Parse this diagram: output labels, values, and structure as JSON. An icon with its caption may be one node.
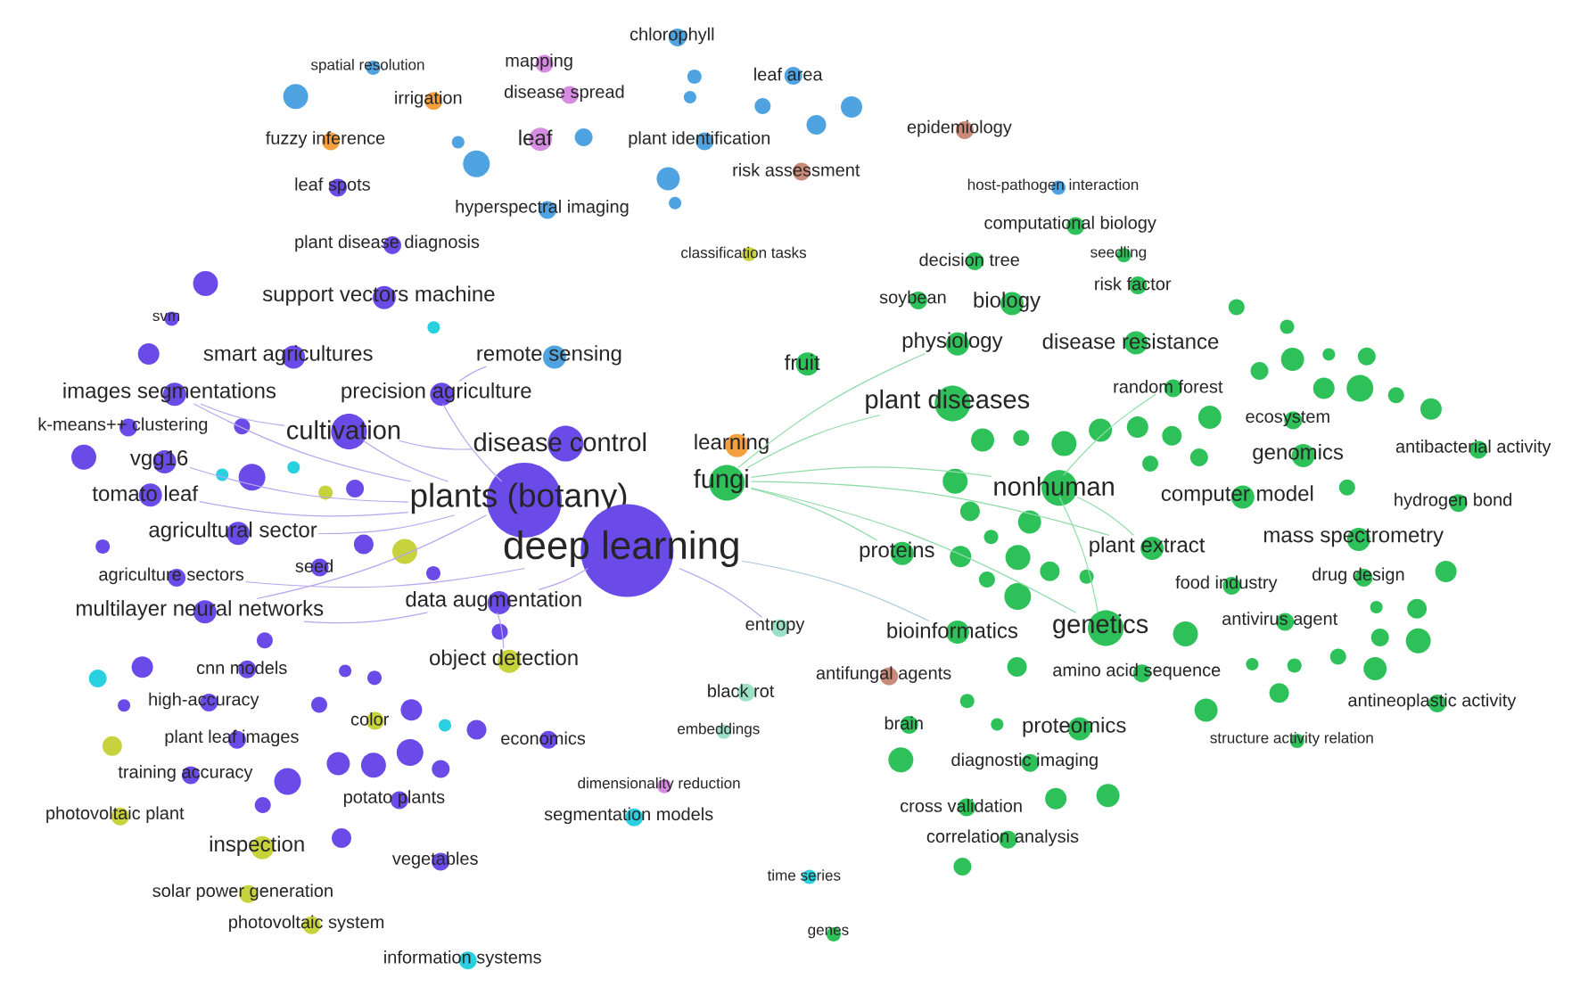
{
  "diagram": {
    "nodes": [
      {
        "text": [
          "chlorophyll"
        ]
      },
      {
        "text": [
          "spatial resolution"
        ]
      },
      {
        "text": [
          "mapping"
        ]
      },
      {
        "text": [
          "leaf area"
        ]
      },
      {
        "text": [
          "irrigation"
        ]
      },
      {
        "text": [
          "disease spread"
        ]
      },
      {
        "text": [
          "fuzzy inference"
        ]
      },
      {
        "text": [
          "leaf"
        ]
      },
      {
        "text": [
          "plant identification"
        ]
      },
      {
        "text": [
          "epidemiology"
        ]
      },
      {
        "text": [
          "risk assessment"
        ]
      },
      {
        "text": [
          "leaf spots"
        ]
      },
      {
        "text": [
          "hyperspectral imaging"
        ]
      },
      {
        "text": [
          "host-pathogen interaction"
        ]
      },
      {
        "text": [
          "plant disease diagnosis"
        ]
      },
      {
        "text": [
          "computational biology"
        ]
      },
      {
        "text": [
          "classification tasks"
        ]
      },
      {
        "text": [
          "decision tree"
        ]
      },
      {
        "text": [
          "seedling"
        ]
      },
      {
        "text": [
          "risk factor"
        ]
      },
      {
        "text": [
          "support vectors machine"
        ]
      },
      {
        "text": [
          "soybean"
        ]
      },
      {
        "text": [
          "biology"
        ]
      },
      {
        "text": [
          "svm"
        ]
      },
      {
        "text": [
          "physiology"
        ]
      },
      {
        "text": [
          "disease resistance"
        ]
      },
      {
        "text": [
          "smart agricultures"
        ]
      },
      {
        "text": [
          "remote sensing"
        ]
      },
      {
        "text": [
          "fruit"
        ]
      },
      {
        "text": [
          "images segmentations"
        ]
      },
      {
        "text": [
          "precision agriculture"
        ]
      },
      {
        "text": [
          "random forest"
        ]
      },
      {
        "text": [
          "plant diseases"
        ]
      },
      {
        "text": [
          "ecosystem"
        ]
      },
      {
        "text": [
          "k-means++ clustering"
        ]
      },
      {
        "text": [
          "cultivation"
        ]
      },
      {
        "text": [
          "disease control"
        ]
      },
      {
        "text": [
          "learning"
        ]
      },
      {
        "text": [
          "antibacterial activity"
        ]
      },
      {
        "text": [
          "genomics"
        ]
      },
      {
        "text": [
          "vgg16"
        ]
      },
      {
        "text": [
          "fungi"
        ]
      },
      {
        "text": [
          "tomato leaf"
        ]
      },
      {
        "text": [
          "plants (botany)"
        ]
      },
      {
        "text": [
          "nonhuman"
        ]
      },
      {
        "text": [
          "computer model"
        ]
      },
      {
        "text": [
          "hydrogen bond"
        ]
      },
      {
        "text": [
          "agricultural sector"
        ]
      },
      {
        "text": [
          "mass spectrometry"
        ]
      },
      {
        "text": [
          "deep learning"
        ]
      },
      {
        "text": [
          "proteins"
        ]
      },
      {
        "text": [
          "plant extract"
        ]
      },
      {
        "text": [
          "seed"
        ]
      },
      {
        "text": [
          "agriculture sectors"
        ]
      },
      {
        "text": [
          "food industry"
        ]
      },
      {
        "text": [
          "drug design"
        ]
      },
      {
        "text": [
          "multilayer neural networks"
        ]
      },
      {
        "text": [
          "data augmentation"
        ]
      },
      {
        "text": [
          "entropy"
        ]
      },
      {
        "text": [
          "bioinformatics"
        ]
      },
      {
        "text": [
          "genetics"
        ]
      },
      {
        "text": [
          "antivirus agent"
        ]
      },
      {
        "text": [
          "object detection"
        ]
      },
      {
        "text": [
          "cnn models"
        ]
      },
      {
        "text": [
          "amino acid sequence"
        ]
      },
      {
        "text": [
          "antifungal agents"
        ]
      },
      {
        "text": [
          "black rot"
        ]
      },
      {
        "text": [
          "high-accuracy"
        ]
      },
      {
        "text": [
          "antineoplastic activity"
        ]
      },
      {
        "text": [
          "color"
        ]
      },
      {
        "text": [
          "brain"
        ]
      },
      {
        "text": [
          "proteomics"
        ]
      },
      {
        "text": [
          "embeddings"
        ]
      },
      {
        "text": [
          "plant leaf images"
        ]
      },
      {
        "text": [
          "economics"
        ]
      },
      {
        "text": [
          "structure activity relation"
        ]
      },
      {
        "text": [
          "diagnostic imaging"
        ]
      },
      {
        "text": [
          "training accuracy"
        ]
      },
      {
        "text": [
          "dimensionality reduction"
        ]
      },
      {
        "text": [
          "photovoltaic plant"
        ]
      },
      {
        "text": [
          "potato plants"
        ]
      },
      {
        "text": [
          "segmentation models"
        ]
      },
      {
        "text": [
          "cross validation"
        ]
      },
      {
        "text": [
          "inspection"
        ]
      },
      {
        "text": [
          "correlation analysis"
        ]
      },
      {
        "text": [
          "vegetables"
        ]
      },
      {
        "text": [
          "time series"
        ]
      },
      {
        "text": [
          "solar power generation"
        ]
      },
      {
        "text": [
          "photovoltaic system"
        ]
      },
      {
        "text": [
          "genes"
        ]
      },
      {
        "text": [
          "information systems"
        ]
      }
    ],
    "edges": [
      {
        "from": 43,
        "to": 35,
        "arrow": "none"
      },
      {
        "from": 43,
        "to": 30,
        "arrow": "none"
      },
      {
        "from": 35,
        "to": 29,
        "arrow": "none"
      },
      {
        "from": 30,
        "to": 27,
        "arrow": "none"
      },
      {
        "from": 43,
        "to": 47,
        "arrow": "none"
      },
      {
        "from": 43,
        "to": 42,
        "arrow": "none"
      },
      {
        "from": 43,
        "to": 29,
        "arrow": "none"
      },
      {
        "from": 43,
        "to": 40,
        "arrow": "none"
      },
      {
        "from": 43,
        "to": 56,
        "arrow": "none"
      },
      {
        "from": 49,
        "to": 57,
        "arrow": "none"
      },
      {
        "from": 57,
        "to": 62,
        "arrow": "none"
      },
      {
        "from": 57,
        "to": 56,
        "arrow": "none"
      },
      {
        "from": 36,
        "to": 35,
        "arrow": "none"
      },
      {
        "from": 49,
        "to": 53,
        "arrow": "none"
      },
      {
        "from": 49,
        "to": 58,
        "arrow": "none"
      },
      {
        "from": 41,
        "to": 44,
        "arrow": "none",
        "color": "#8fdca8"
      },
      {
        "from": 41,
        "to": 32,
        "arrow": "none",
        "color": "#8fdca8"
      },
      {
        "from": 41,
        "to": 60,
        "arrow": "none",
        "color": "#8fdca8"
      },
      {
        "from": 41,
        "to": 51,
        "arrow": "none",
        "color": "#8fdca8"
      },
      {
        "from": 44,
        "to": 31,
        "arrow": "none",
        "color": "#8fdca8"
      },
      {
        "from": 41,
        "to": 24,
        "arrow": "none",
        "color": "#8fdca8"
      },
      {
        "from": 41,
        "to": 50,
        "arrow": "none",
        "color": "#8fdca8"
      },
      {
        "from": 44,
        "to": 60,
        "arrow": "none",
        "color": "#8fdca8"
      },
      {
        "from": 44,
        "to": 51,
        "arrow": "none",
        "color": "#8fdca8"
      },
      {
        "from": 49,
        "to": 59,
        "arrow": "none",
        "color": "#a6c8d8"
      }
    ]
  }
}
